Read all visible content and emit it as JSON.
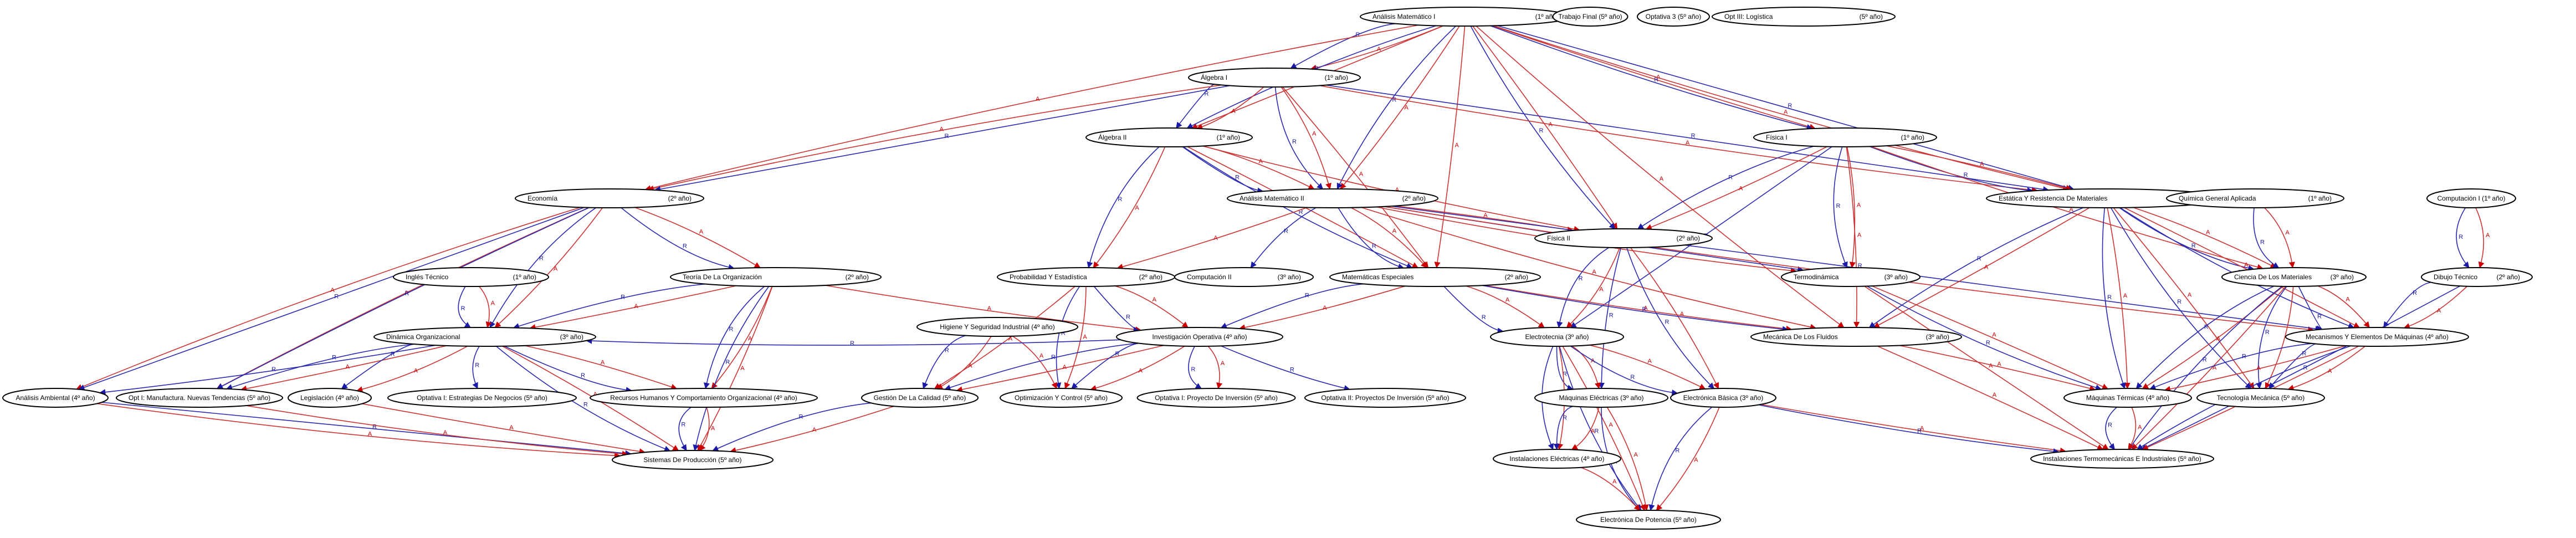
{
  "colors": {
    "A": "#cc0000",
    "R": "#1a1aa6",
    "edge_line_red": "#cc3333",
    "edge_line_blue": "#2a2ab0"
  },
  "nodes": [
    {
      "id": "am1",
      "label": "Análisis Matemático I",
      "year": "(1º año)"
    },
    {
      "id": "tf",
      "label": "Trabajo Final (5º año)",
      "year": ""
    },
    {
      "id": "op3",
      "label": "Optativa 3 (5º año)",
      "year": ""
    },
    {
      "id": "opt3log",
      "label": "Opt III: Logística",
      "year": "(5º año)"
    },
    {
      "id": "ag1",
      "label": "Álgebra I",
      "year": "(1º año)"
    },
    {
      "id": "ag2",
      "label": "Álgebra II",
      "year": "(1º año)"
    },
    {
      "id": "fis1",
      "label": "Física I",
      "year": "(1º año)"
    },
    {
      "id": "eco",
      "label": "Economía",
      "year": "(2º año)"
    },
    {
      "id": "am2",
      "label": "Análisis Matemático II",
      "year": "(2º año)"
    },
    {
      "id": "erm",
      "label": "Estática Y Resistencia De Materiales",
      "year": "(2º año)"
    },
    {
      "id": "qga",
      "label": "Química General Aplicada",
      "year": "(1º año)"
    },
    {
      "id": "comp1",
      "label": "Computación I (1º año)",
      "year": ""
    },
    {
      "id": "fis2",
      "label": "Física II",
      "year": "(2º año)"
    },
    {
      "id": "termo",
      "label": "Termodinámica",
      "year": "(3º año)"
    },
    {
      "id": "teo",
      "label": "Teoría De La Organización",
      "year": "(2º año)"
    },
    {
      "id": "pye",
      "label": "Probabilidad Y Estadística",
      "year": "(2º año)"
    },
    {
      "id": "comp2",
      "label": "Computación II",
      "year": "(3º año)"
    },
    {
      "id": "me",
      "label": "Matemáticas Especiales",
      "year": "(2º año)"
    },
    {
      "id": "cm",
      "label": "Ciencia De Los Materiales",
      "year": "(3º año)"
    },
    {
      "id": "dt",
      "label": "Dibujo Técnico",
      "year": "(2º año)"
    },
    {
      "id": "it",
      "label": "Inglés Técnico",
      "year": "(1º año)"
    },
    {
      "id": "hsi",
      "label": "Higiene Y Seguridad Industrial (4º año)",
      "year": ""
    },
    {
      "id": "do",
      "label": "Dinámica Organizacional",
      "year": "(3º año)"
    },
    {
      "id": "io",
      "label": "Investigación Operativa (4º año)",
      "year": ""
    },
    {
      "id": "elec",
      "label": "Electrotecnia (3º año)",
      "year": ""
    },
    {
      "id": "mf",
      "label": "Mecánica De Los Fluidos",
      "year": "(3º año)"
    },
    {
      "id": "mem",
      "label": "Mecanismos Y Elementos De Máquinas (4º año)",
      "year": ""
    },
    {
      "id": "aa",
      "label": "Análisis Ambiental (4º año)",
      "year": ""
    },
    {
      "id": "opt1mnt",
      "label": "Opt I: Manufactura. Nuevas Tendencias (5º año)",
      "year": ""
    },
    {
      "id": "leg",
      "label": "Legislación (4º año)",
      "year": ""
    },
    {
      "id": "op1eng",
      "label": "Optativa I: Estrategias De Negocios (5º año)",
      "year": ""
    },
    {
      "id": "rrhh",
      "label": "Recursos Humanos Y Comportamiento Organizacional (4º año)",
      "year": ""
    },
    {
      "id": "gc",
      "label": "Gestión De La Calidad (5º año)",
      "year": ""
    },
    {
      "id": "oc",
      "label": "Optimización Y Control (5º año)",
      "year": ""
    },
    {
      "id": "op1pi",
      "label": "Optativa I: Proyecto De Inversión (5º año)",
      "year": ""
    },
    {
      "id": "op2pi",
      "label": "Optativa II: Proyectos De Inversión (5º año)",
      "year": ""
    },
    {
      "id": "me2",
      "label": "Máquinas Eléctricas (3º año)",
      "year": ""
    },
    {
      "id": "eb",
      "label": "Electrónica Básica (3º año)",
      "year": ""
    },
    {
      "id": "mt",
      "label": "Máquinas Térmicas (4º año)",
      "year": ""
    },
    {
      "id": "tm",
      "label": "Tecnología Mecánica (5º año)",
      "year": ""
    },
    {
      "id": "ie",
      "label": "Instalaciones Eléctricas (4º año)",
      "year": ""
    },
    {
      "id": "itei",
      "label": "Instalaciones Termomecánicas E Industriales (5º año)",
      "year": ""
    },
    {
      "id": "sp",
      "label": "Sistemas De Producción (5º año)",
      "year": ""
    },
    {
      "id": "ep",
      "label": "Electrónica De Potencia (5º año)",
      "year": ""
    }
  ],
  "edges": [
    {
      "from": "am1",
      "to": "ag1",
      "type": "A"
    },
    {
      "from": "am1",
      "to": "ag1",
      "type": "R"
    },
    {
      "from": "am1",
      "to": "ag2",
      "type": "A"
    },
    {
      "from": "am1",
      "to": "ag2",
      "type": "R"
    },
    {
      "from": "am1",
      "to": "eco",
      "type": "A"
    },
    {
      "from": "am1",
      "to": "am2",
      "type": "A"
    },
    {
      "from": "am1",
      "to": "am2",
      "type": "R"
    },
    {
      "from": "am1",
      "to": "fis1",
      "type": "A"
    },
    {
      "from": "am1",
      "to": "fis1",
      "type": "R"
    },
    {
      "from": "am1",
      "to": "fis2",
      "type": "A"
    },
    {
      "from": "am1",
      "to": "fis2",
      "type": "R"
    },
    {
      "from": "am1",
      "to": "me",
      "type": "A"
    },
    {
      "from": "am1",
      "to": "erm",
      "type": "A"
    },
    {
      "from": "am1",
      "to": "erm",
      "type": "R"
    },
    {
      "from": "am1",
      "to": "mf",
      "type": "A"
    },
    {
      "from": "ag1",
      "to": "ag2",
      "type": "A"
    },
    {
      "from": "ag1",
      "to": "ag2",
      "type": "R"
    },
    {
      "from": "ag1",
      "to": "eco",
      "type": "A"
    },
    {
      "from": "ag1",
      "to": "eco",
      "type": "R"
    },
    {
      "from": "ag1",
      "to": "am2",
      "type": "A"
    },
    {
      "from": "ag1",
      "to": "am2",
      "type": "R"
    },
    {
      "from": "ag1",
      "to": "erm",
      "type": "A"
    },
    {
      "from": "ag1",
      "to": "erm",
      "type": "R"
    },
    {
      "from": "ag1",
      "to": "me",
      "type": "A"
    },
    {
      "from": "ag2",
      "to": "am2",
      "type": "A"
    },
    {
      "from": "ag2",
      "to": "am2",
      "type": "R"
    },
    {
      "from": "ag2",
      "to": "pye",
      "type": "A"
    },
    {
      "from": "ag2",
      "to": "pye",
      "type": "R"
    },
    {
      "from": "ag2",
      "to": "me",
      "type": "A"
    },
    {
      "from": "ag2",
      "to": "me",
      "type": "R"
    },
    {
      "from": "ag2",
      "to": "fis2",
      "type": "A"
    },
    {
      "from": "fis1",
      "to": "fis2",
      "type": "A"
    },
    {
      "from": "fis1",
      "to": "fis2",
      "type": "R"
    },
    {
      "from": "fis1",
      "to": "erm",
      "type": "A"
    },
    {
      "from": "fis1",
      "to": "erm",
      "type": "R"
    },
    {
      "from": "fis1",
      "to": "termo",
      "type": "A"
    },
    {
      "from": "fis1",
      "to": "termo",
      "type": "R"
    },
    {
      "from": "fis1",
      "to": "mf",
      "type": "A"
    },
    {
      "from": "fis1",
      "to": "cm",
      "type": "A"
    },
    {
      "from": "fis1",
      "to": "elec",
      "type": "R"
    },
    {
      "from": "eco",
      "to": "teo",
      "type": "A"
    },
    {
      "from": "eco",
      "to": "teo",
      "type": "R"
    },
    {
      "from": "eco",
      "to": "do",
      "type": "A"
    },
    {
      "from": "eco",
      "to": "do",
      "type": "R"
    },
    {
      "from": "eco",
      "to": "aa",
      "type": "A"
    },
    {
      "from": "eco",
      "to": "aa",
      "type": "R"
    },
    {
      "from": "eco",
      "to": "opt1mnt",
      "type": "A"
    },
    {
      "from": "eco",
      "to": "opt1mnt",
      "type": "R"
    },
    {
      "from": "am2",
      "to": "pye",
      "type": "A"
    },
    {
      "from": "am2",
      "to": "comp2",
      "type": "R"
    },
    {
      "from": "am2",
      "to": "me",
      "type": "A"
    },
    {
      "from": "am2",
      "to": "me",
      "type": "R"
    },
    {
      "from": "am2",
      "to": "termo",
      "type": "A"
    },
    {
      "from": "am2",
      "to": "termo",
      "type": "R"
    },
    {
      "from": "am2",
      "to": "fis2",
      "type": "A"
    },
    {
      "from": "am2",
      "to": "mf",
      "type": "A"
    },
    {
      "from": "am2",
      "to": "mem",
      "type": "A"
    },
    {
      "from": "am2",
      "to": "mem",
      "type": "R"
    },
    {
      "from": "erm",
      "to": "cm",
      "type": "A"
    },
    {
      "from": "erm",
      "to": "cm",
      "type": "R"
    },
    {
      "from": "erm",
      "to": "mem",
      "type": "A"
    },
    {
      "from": "erm",
      "to": "mem",
      "type": "R"
    },
    {
      "from": "erm",
      "to": "mf",
      "type": "A"
    },
    {
      "from": "erm",
      "to": "mf",
      "type": "R"
    },
    {
      "from": "erm",
      "to": "mt",
      "type": "A"
    },
    {
      "from": "erm",
      "to": "mt",
      "type": "R"
    },
    {
      "from": "erm",
      "to": "tm",
      "type": "A"
    },
    {
      "from": "erm",
      "to": "tm",
      "type": "R"
    },
    {
      "from": "qga",
      "to": "cm",
      "type": "A"
    },
    {
      "from": "qga",
      "to": "cm",
      "type": "R"
    },
    {
      "from": "comp1",
      "to": "dt",
      "type": "A"
    },
    {
      "from": "comp1",
      "to": "dt",
      "type": "R"
    },
    {
      "from": "dt",
      "to": "mem",
      "type": "A"
    },
    {
      "from": "dt",
      "to": "mem",
      "type": "R"
    },
    {
      "from": "dt",
      "to": "itei",
      "type": "R"
    },
    {
      "from": "fis2",
      "to": "elec",
      "type": "A"
    },
    {
      "from": "fis2",
      "to": "elec",
      "type": "R"
    },
    {
      "from": "fis2",
      "to": "me2",
      "type": "R"
    },
    {
      "from": "fis2",
      "to": "eb",
      "type": "A"
    },
    {
      "from": "fis2",
      "to": "eb",
      "type": "R"
    },
    {
      "from": "termo",
      "to": "mt",
      "type": "A"
    },
    {
      "from": "termo",
      "to": "mt",
      "type": "R"
    },
    {
      "from": "termo",
      "to": "itei",
      "type": "A"
    },
    {
      "from": "teo",
      "to": "do",
      "type": "A"
    },
    {
      "from": "teo",
      "to": "do",
      "type": "R"
    },
    {
      "from": "teo",
      "to": "rrhh",
      "type": "A"
    },
    {
      "from": "teo",
      "to": "rrhh",
      "type": "R"
    },
    {
      "from": "teo",
      "to": "io",
      "type": "A"
    },
    {
      "from": "teo",
      "to": "sp",
      "type": "A"
    },
    {
      "from": "teo",
      "to": "sp",
      "type": "R"
    },
    {
      "from": "pye",
      "to": "io",
      "type": "A"
    },
    {
      "from": "pye",
      "to": "io",
      "type": "R"
    },
    {
      "from": "pye",
      "to": "gc",
      "type": "A"
    },
    {
      "from": "pye",
      "to": "oc",
      "type": "A"
    },
    {
      "from": "pye",
      "to": "oc",
      "type": "R"
    },
    {
      "from": "me",
      "to": "io",
      "type": "A"
    },
    {
      "from": "me",
      "to": "io",
      "type": "R"
    },
    {
      "from": "me",
      "to": "mf",
      "type": "A"
    },
    {
      "from": "me",
      "to": "mf",
      "type": "R"
    },
    {
      "from": "me",
      "to": "elec",
      "type": "A"
    },
    {
      "from": "me",
      "to": "elec",
      "type": "R"
    },
    {
      "from": "cm",
      "to": "mem",
      "type": "A"
    },
    {
      "from": "cm",
      "to": "mem",
      "type": "R"
    },
    {
      "from": "cm",
      "to": "mt",
      "type": "A"
    },
    {
      "from": "cm",
      "to": "mt",
      "type": "R"
    },
    {
      "from": "cm",
      "to": "tm",
      "type": "A"
    },
    {
      "from": "cm",
      "to": "tm",
      "type": "R"
    },
    {
      "from": "cm",
      "to": "itei",
      "type": "A"
    },
    {
      "from": "cm",
      "to": "itei",
      "type": "R"
    },
    {
      "from": "it",
      "to": "do",
      "type": "A"
    },
    {
      "from": "it",
      "to": "do",
      "type": "R"
    },
    {
      "from": "do",
      "to": "aa",
      "type": "R"
    },
    {
      "from": "do",
      "to": "opt1mnt",
      "type": "A"
    },
    {
      "from": "do",
      "to": "opt1mnt",
      "type": "R"
    },
    {
      "from": "do",
      "to": "leg",
      "type": "A"
    },
    {
      "from": "do",
      "to": "leg",
      "type": "R"
    },
    {
      "from": "do",
      "to": "op1eng",
      "type": "R"
    },
    {
      "from": "do",
      "to": "rrhh",
      "type": "A"
    },
    {
      "from": "do",
      "to": "rrhh",
      "type": "R"
    },
    {
      "from": "do",
      "to": "sp",
      "type": "A"
    },
    {
      "from": "do",
      "to": "sp",
      "type": "R"
    },
    {
      "from": "hsi",
      "to": "gc",
      "type": "A"
    },
    {
      "from": "hsi",
      "to": "gc",
      "type": "R"
    },
    {
      "from": "hsi",
      "to": "oc",
      "type": "A"
    },
    {
      "from": "io",
      "to": "gc",
      "type": "A"
    },
    {
      "from": "io",
      "to": "gc",
      "type": "R"
    },
    {
      "from": "io",
      "to": "oc",
      "type": "A"
    },
    {
      "from": "io",
      "to": "oc",
      "type": "R"
    },
    {
      "from": "io",
      "to": "op1pi",
      "type": "A"
    },
    {
      "from": "io",
      "to": "op1pi",
      "type": "R"
    },
    {
      "from": "io",
      "to": "op2pi",
      "type": "R"
    },
    {
      "from": "io",
      "to": "do",
      "type": "R"
    },
    {
      "from": "elec",
      "to": "me2",
      "type": "A"
    },
    {
      "from": "elec",
      "to": "me2",
      "type": "R"
    },
    {
      "from": "elec",
      "to": "eb",
      "type": "A"
    },
    {
      "from": "elec",
      "to": "eb",
      "type": "R"
    },
    {
      "from": "elec",
      "to": "ie",
      "type": "A"
    },
    {
      "from": "elec",
      "to": "ie",
      "type": "R"
    },
    {
      "from": "elec",
      "to": "ep",
      "type": "A"
    },
    {
      "from": "elec",
      "to": "ep",
      "type": "R"
    },
    {
      "from": "me2",
      "to": "ie",
      "type": "A"
    },
    {
      "from": "me2",
      "to": "ie",
      "type": "R"
    },
    {
      "from": "me2",
      "to": "ep",
      "type": "A"
    },
    {
      "from": "me2",
      "to": "ep",
      "type": "R"
    },
    {
      "from": "eb",
      "to": "ep",
      "type": "A"
    },
    {
      "from": "eb",
      "to": "ep",
      "type": "R"
    },
    {
      "from": "eb",
      "to": "itei",
      "type": "A"
    },
    {
      "from": "eb",
      "to": "itei",
      "type": "R"
    },
    {
      "from": "ie",
      "to": "ep",
      "type": "A"
    },
    {
      "from": "mf",
      "to": "mt",
      "type": "A"
    },
    {
      "from": "mf",
      "to": "itei",
      "type": "A"
    },
    {
      "from": "mem",
      "to": "mt",
      "type": "A"
    },
    {
      "from": "mem",
      "to": "mt",
      "type": "R"
    },
    {
      "from": "mem",
      "to": "tm",
      "type": "A"
    },
    {
      "from": "mem",
      "to": "tm",
      "type": "R"
    },
    {
      "from": "mem",
      "to": "itei",
      "type": "A"
    },
    {
      "from": "mem",
      "to": "itei",
      "type": "R"
    },
    {
      "from": "mt",
      "to": "itei",
      "type": "A"
    },
    {
      "from": "mt",
      "to": "itei",
      "type": "R"
    },
    {
      "from": "aa",
      "to": "sp",
      "type": "A"
    },
    {
      "from": "aa",
      "to": "sp",
      "type": "R"
    },
    {
      "from": "rrhh",
      "to": "sp",
      "type": "A"
    },
    {
      "from": "rrhh",
      "to": "sp",
      "type": "R"
    },
    {
      "from": "gc",
      "to": "sp",
      "type": "A"
    },
    {
      "from": "gc",
      "to": "sp",
      "type": "R"
    },
    {
      "from": "opt1mnt",
      "to": "sp",
      "type": "A"
    },
    {
      "from": "leg",
      "to": "sp",
      "type": "A"
    }
  ]
}
